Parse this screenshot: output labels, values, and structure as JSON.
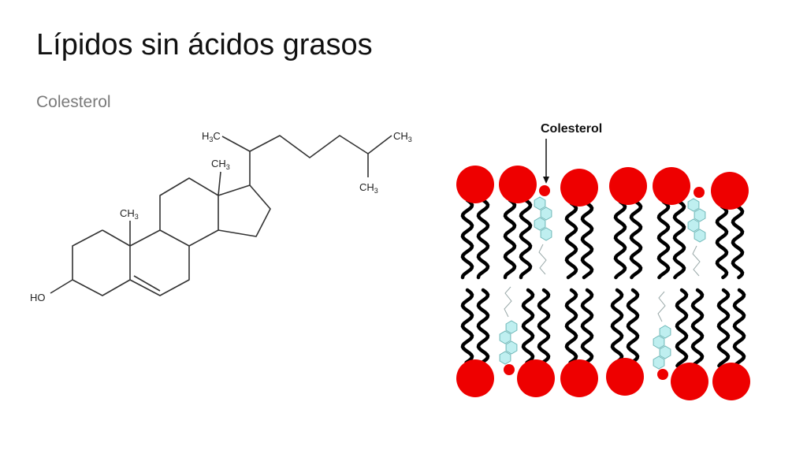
{
  "slide": {
    "title": "Lípidos sin ácidos grasos",
    "subtitle": "Colesterol"
  },
  "molecule": {
    "labels": {
      "ho": "HO",
      "methyl_c19": "CH3",
      "methyl_c18": "CH3",
      "methyl_c21": "H3C",
      "methyl_c26": "CH3",
      "methyl_c27": "CH3"
    }
  },
  "membrane": {
    "callout_label": "Colesterol",
    "colors": {
      "head": "#ee0000",
      "tail": "#000000",
      "cholesterol_ring": "#bfeff0",
      "cholesterol_outline": "#6fb8b8"
    }
  }
}
